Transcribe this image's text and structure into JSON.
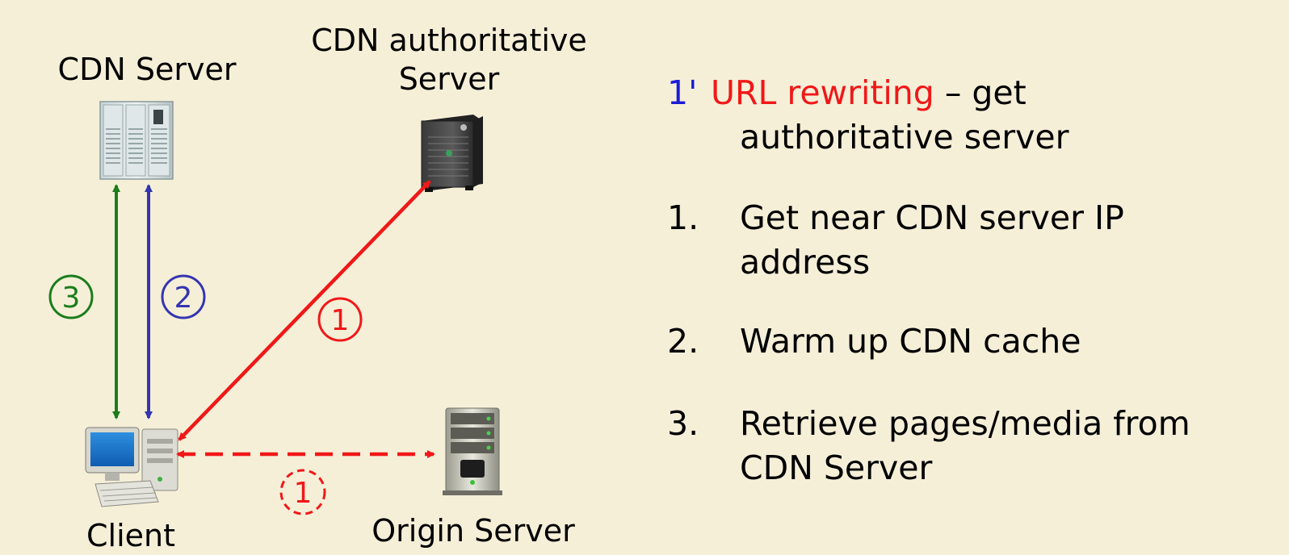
{
  "diagram": {
    "nodes": {
      "cdn_server": "CDN Server",
      "cdn_authoritative_line1": "CDN authoritative",
      "cdn_authoritative_line2": "Server",
      "client": "Client",
      "origin_server": "Origin Server"
    },
    "edge_labels": {
      "green": "3",
      "blue": "2",
      "red_solid": "1",
      "red_dashed": "1"
    },
    "colors": {
      "green": "#1b7d1b",
      "blue": "#3535b0",
      "red": "#f01818"
    }
  },
  "steps": [
    {
      "num": "1'",
      "num_color": "#1a1ad6",
      "highlight": "URL rewriting",
      "highlight_color": "#f01818",
      "rest": " – get",
      "line2": "authoritative server"
    },
    {
      "num": "1.",
      "line1": "Get near CDN server IP",
      "line2": "address"
    },
    {
      "num": "2.",
      "line1": "Warm up CDN cache"
    },
    {
      "num": "3.",
      "line1": "Retrieve pages/media from",
      "line2": "CDN Server"
    }
  ]
}
